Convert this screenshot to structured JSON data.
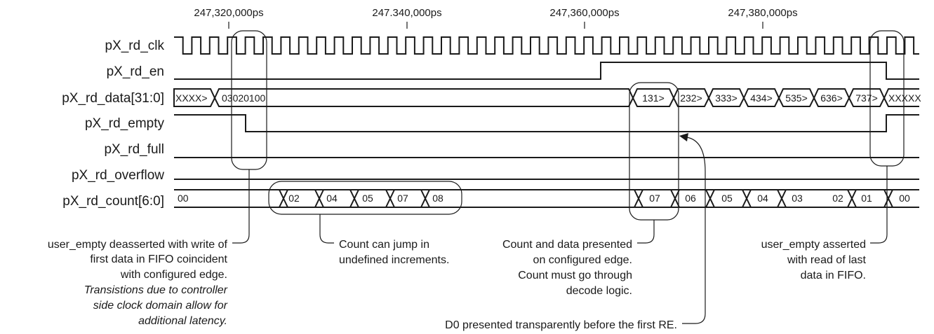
{
  "time_markers": [
    "247,320,000ps",
    "247.340,000ps",
    "247,360,000ps",
    "247,380,000ps"
  ],
  "signals": {
    "clk": "pX_rd_clk",
    "en": "pX_rd_en",
    "data": "pX_rd_data[31:0]",
    "empty": "pX_rd_empty",
    "full": "pX_rd_full",
    "overflow": "pX_rd_overflow",
    "count": "pX_rd_count[6:0]"
  },
  "data_bus": {
    "segments": [
      "XXXX>",
      "03020100",
      "131>",
      "232>",
      "333>",
      "434>",
      "535>",
      "636>",
      "737>",
      "XXXXX"
    ]
  },
  "count_bus": {
    "segments": [
      "00",
      "02",
      "04",
      "05",
      "07",
      "08",
      "07",
      "06",
      "05",
      "04",
      "03",
      "02",
      "01",
      "00"
    ]
  },
  "annotations": {
    "a1": {
      "lines": [
        "user_empty deasserted with write of",
        "first data in FIFO coincident",
        "with configured edge."
      ],
      "italic_lines": [
        "Transistions due to controller",
        "side clock domain allow for",
        "additional latency."
      ]
    },
    "a2": {
      "lines": [
        "Count can jump in",
        "undefined increments."
      ]
    },
    "a3": {
      "lines": [
        "Count and data presented",
        "on configured edge.",
        "Count must go through",
        "decode logic."
      ]
    },
    "a4": {
      "lines": [
        "D0 presented transparently before the first RE."
      ]
    },
    "a5": {
      "lines": [
        "user_empty asserted",
        "with read of last",
        "data in FIFO."
      ]
    }
  }
}
